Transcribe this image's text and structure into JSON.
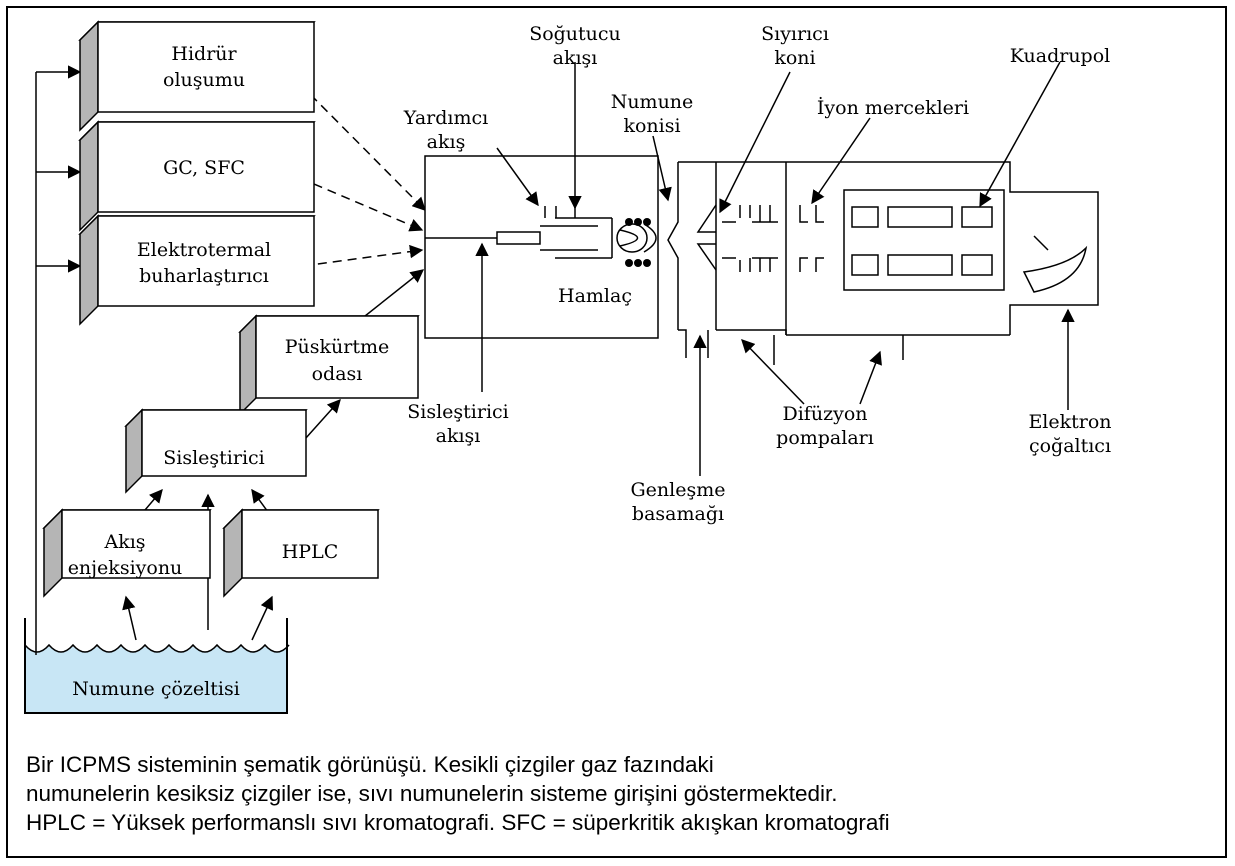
{
  "boxes": {
    "hydride": [
      "Hidrür",
      "oluşumu"
    ],
    "gcsfc": [
      "GC, SFC"
    ],
    "electrothermal": [
      "Elektrotermal",
      "buharlaştırıcı"
    ],
    "spray": [
      "Püskürtme",
      "odası"
    ],
    "nebulizer": [
      "Sisleştirici"
    ],
    "flow_injection": [
      "Akış",
      "enjeksiyonu"
    ],
    "hplc": [
      "HPLC"
    ]
  },
  "labels": {
    "sample_solution": "Numune çözeltisi",
    "coolant_flow": [
      "Soğutucu",
      "akışı"
    ],
    "aux_flow": [
      "Yardımcı",
      "akış"
    ],
    "sample_cone": [
      "Numune",
      "konisi"
    ],
    "skimmer_cone": [
      "Sıyırıcı",
      "koni"
    ],
    "ion_lenses": "İyon mercekleri",
    "quadrupole": "Kuadrupol",
    "torch": "Hamlaç",
    "nebulizer_flow": [
      "Sisleştirici",
      "akışı"
    ],
    "expansion_stage": [
      "Genleşme",
      "basamağı"
    ],
    "diffusion_pumps": [
      "Difüzyon",
      "pompaları"
    ],
    "electron_multiplier": [
      "Elektron",
      "çoğaltıcı"
    ]
  },
  "caption": [
    "Bir ICPMS sisteminin şematik görünüşü. Kesikli çizgiler gaz fazındaki",
    "numunelerin kesiksiz çizgiler ise, sıvı numunelerin sisteme girişini göstermektedir.",
    "HPLC = Yüksek performanslı sıvı kromatografi. SFC = süperkritik akışkan kromatografi"
  ],
  "colors": {
    "liquid": "#c8e6f5",
    "box_side": "#b5b5b5",
    "box_top": "#e2e2e2",
    "line": "#000000"
  }
}
